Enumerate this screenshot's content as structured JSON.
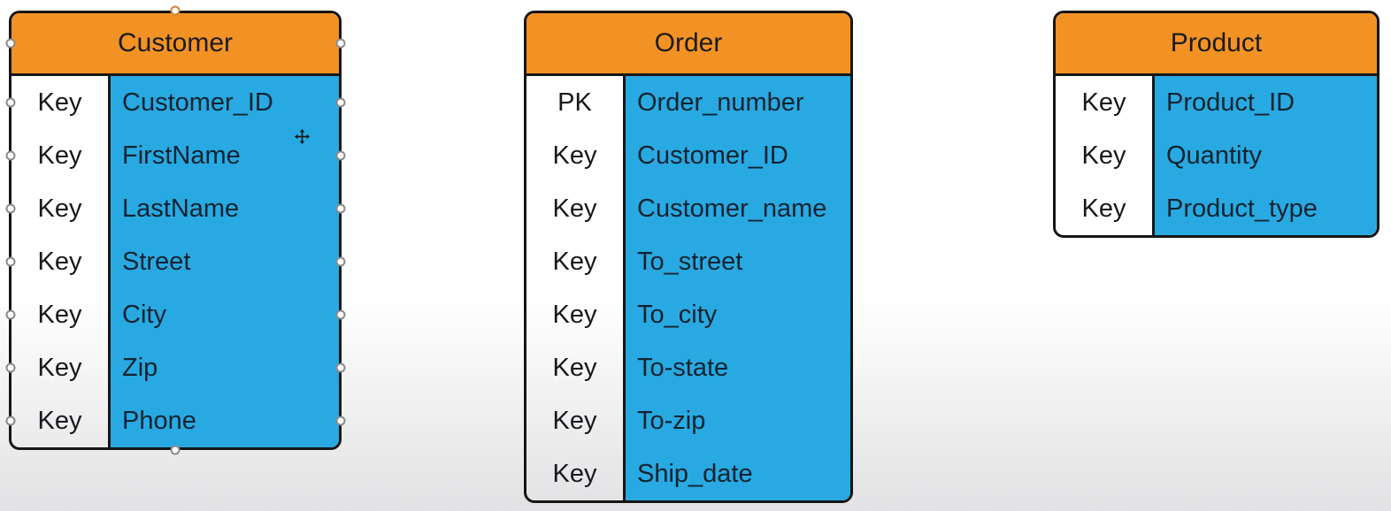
{
  "diagram": {
    "colors": {
      "header_fill": "#F29225",
      "row_fill": "#29A9E1",
      "border": "#161616",
      "background_top": "#ffffff",
      "background_bottom": "#e2e2e4"
    },
    "tables": [
      {
        "name": "Customer",
        "show_connection_points": true,
        "fields": [
          {
            "key": "Key",
            "name": "Customer_ID"
          },
          {
            "key": "Key",
            "name": "FirstName"
          },
          {
            "key": "Key",
            "name": "LastName"
          },
          {
            "key": "Key",
            "name": "Street"
          },
          {
            "key": "Key",
            "name": "City"
          },
          {
            "key": "Key",
            "name": "Zip"
          },
          {
            "key": "Key",
            "name": "Phone"
          }
        ]
      },
      {
        "name": "Order",
        "show_connection_points": false,
        "fields": [
          {
            "key": "PK",
            "name": "Order_number"
          },
          {
            "key": "Key",
            "name": "Customer_ID"
          },
          {
            "key": "Key",
            "name": "Customer_name"
          },
          {
            "key": "Key",
            "name": "To_street"
          },
          {
            "key": "Key",
            "name": "To_city"
          },
          {
            "key": "Key",
            "name": "To-state"
          },
          {
            "key": "Key",
            "name": "To-zip"
          },
          {
            "key": "Key",
            "name": "Ship_date"
          }
        ]
      },
      {
        "name": "Product",
        "show_connection_points": false,
        "fields": [
          {
            "key": "Key",
            "name": "Product_ID"
          },
          {
            "key": "Key",
            "name": "Quantity"
          },
          {
            "key": "Key",
            "name": "Product_type"
          }
        ]
      }
    ]
  }
}
